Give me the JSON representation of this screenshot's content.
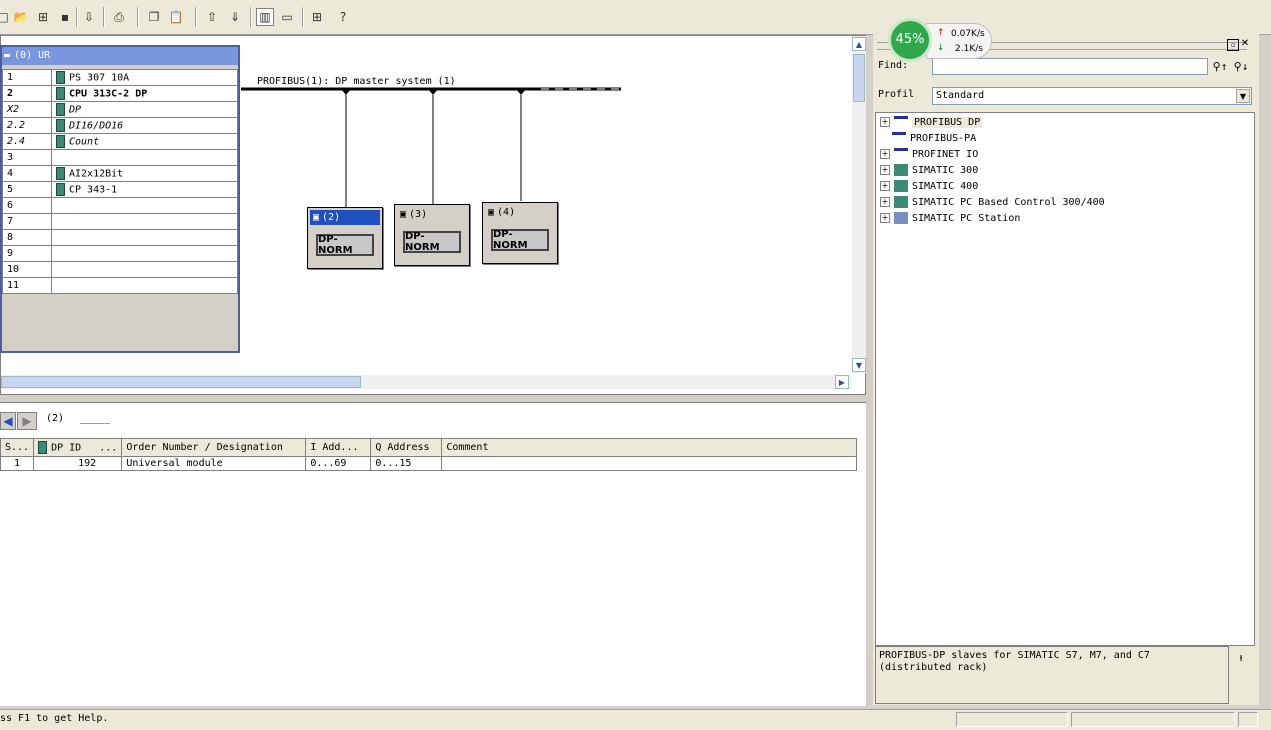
{
  "toolbar": {
    "buttons": [
      "new",
      "open",
      "save-compile",
      "save",
      "download",
      "print",
      "copy",
      "paste",
      "upload",
      "download-module",
      "catalog",
      "hw-window",
      "network",
      "help"
    ]
  },
  "rack": {
    "title": "(0) UR",
    "rows": [
      {
        "slot": "1",
        "module": "PS 307 10A",
        "style": "normal",
        "icon": "module-icon"
      },
      {
        "slot": "2",
        "module": "CPU 313C-2 DP",
        "style": "bold",
        "icon": "module-icon"
      },
      {
        "slot": "X2",
        "module": "DP",
        "style": "italic",
        "icon": "module-icon"
      },
      {
        "slot": "2.2",
        "module": "DI16/DO16",
        "style": "italic",
        "icon": "module-icon"
      },
      {
        "slot": "2.4",
        "module": "Count",
        "style": "italic",
        "icon": "module-icon"
      },
      {
        "slot": "3",
        "module": "",
        "style": "normal",
        "icon": ""
      },
      {
        "slot": "4",
        "module": "AI2x12Bit",
        "style": "normal",
        "icon": "module-icon"
      },
      {
        "slot": "5",
        "module": "CP 343-1",
        "style": "normal",
        "icon": "cp-icon"
      },
      {
        "slot": "6",
        "module": "",
        "style": "normal",
        "icon": ""
      },
      {
        "slot": "7",
        "module": "",
        "style": "normal",
        "icon": ""
      },
      {
        "slot": "8",
        "module": "",
        "style": "normal",
        "icon": ""
      },
      {
        "slot": "9",
        "module": "",
        "style": "normal",
        "icon": ""
      },
      {
        "slot": "10",
        "module": "",
        "style": "normal",
        "icon": ""
      },
      {
        "slot": "11",
        "module": "",
        "style": "normal",
        "icon": ""
      }
    ]
  },
  "network": {
    "label": "PROFIBUS(1): DP master system (1)",
    "slaves": [
      {
        "number": "(2)",
        "type": "DP-NORM",
        "selected": true
      },
      {
        "number": "(3)",
        "type": "DP-NORM",
        "selected": false
      },
      {
        "number": "(4)",
        "type": "DP-NORM",
        "selected": false
      }
    ]
  },
  "detail": {
    "current": "(2)",
    "name": "_____",
    "headers": [
      "S...",
      "DP ID",
      "...",
      "Order Number / Designation",
      "I Add...",
      "Q Address",
      "Comment"
    ],
    "rows": [
      {
        "slot": "1",
        "dp_id": "192",
        "order": "Universal module",
        "i_addr": "0...69",
        "q_addr": "0...15",
        "comment": ""
      }
    ]
  },
  "catalog": {
    "find_label": "Find:",
    "find_value": "",
    "profile_label": "Profil",
    "profile_value": "Standard",
    "tree": [
      {
        "label": "PROFIBUS DP",
        "expandable": true,
        "icon": "profibus-icon"
      },
      {
        "label": "PROFIBUS-PA",
        "expandable": false,
        "icon": "profibus-icon"
      },
      {
        "label": "PROFINET IO",
        "expandable": true,
        "icon": "profinet-icon"
      },
      {
        "label": "SIMATIC 300",
        "expandable": true,
        "icon": "simatic-icon"
      },
      {
        "label": "SIMATIC 400",
        "expandable": true,
        "icon": "simatic-icon"
      },
      {
        "label": "SIMATIC PC Based Control 300/400",
        "expandable": true,
        "icon": "simatic-icon"
      },
      {
        "label": "SIMATIC PC Station",
        "expandable": true,
        "icon": "pc-station-icon"
      }
    ],
    "description": "PROFIBUS-DP slaves for SIMATIC S7, M7, and C7 (distributed rack)"
  },
  "net_widget": {
    "percent": "45%",
    "upload": "0.07K/s",
    "download": "2.1K/s"
  },
  "status": {
    "text": "ss F1 to get Help."
  },
  "colors": {
    "selection": "#2050c0",
    "rack_border": "#4a5ea0",
    "module_icon": "#3c8a76",
    "net_ring": "#2ea84a"
  }
}
